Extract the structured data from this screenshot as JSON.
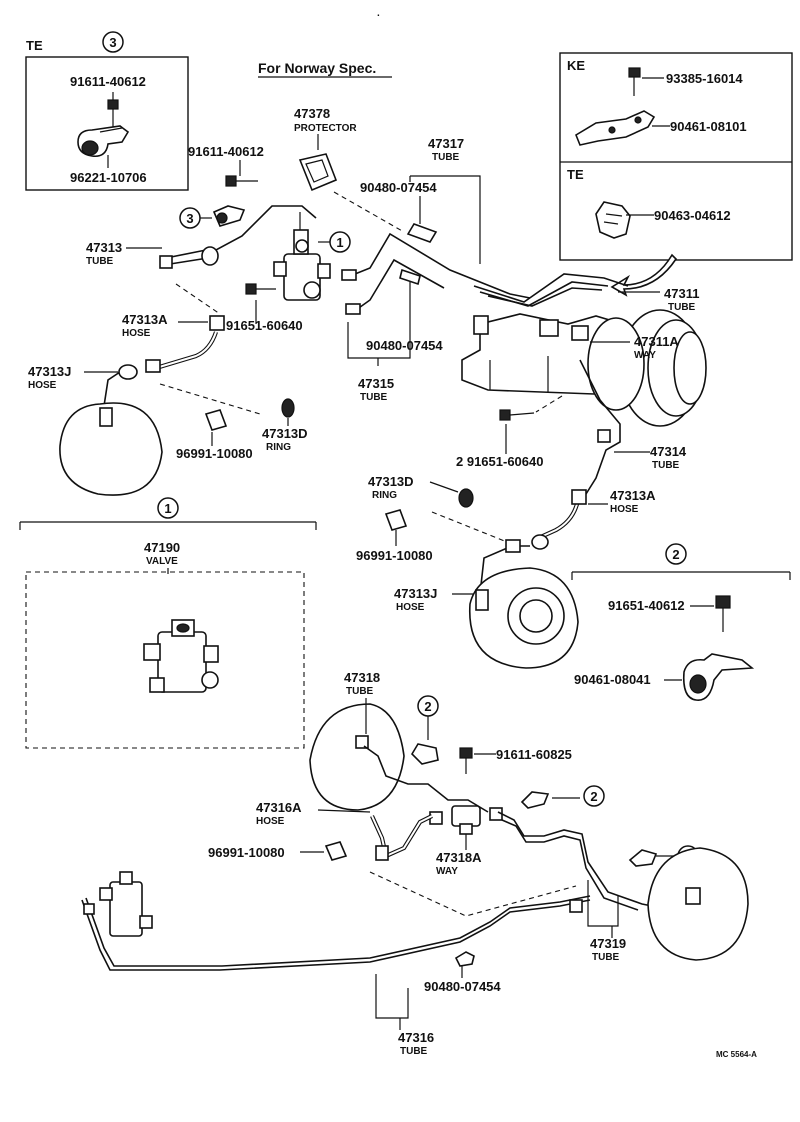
{
  "page_dot": ".",
  "header": {
    "norway_spec": "For Norway Spec."
  },
  "inset3": {
    "region": "TE",
    "marker": "3",
    "bolt": "91611-40612",
    "clamp": "96221-10706"
  },
  "inset_ke_te": {
    "ke_region": "KE",
    "ke_bolt": "93385-16014",
    "ke_bracket": "90461-08101",
    "te_region": "TE",
    "te_clip": "90463-04612"
  },
  "callouts": {
    "c1": {
      "num": "1"
    },
    "c2": {
      "num": "2"
    },
    "c3": {
      "num": "3"
    }
  },
  "top": {
    "p47378": {
      "num": "47378",
      "name": "PROTECTOR"
    },
    "p47317": {
      "num": "47317",
      "name": "TUBE"
    },
    "b91611_40612": "91611-40612",
    "c90480_a": "90480-07454",
    "p47313": {
      "num": "47313",
      "name": "TUBE"
    },
    "p47313A": {
      "num": "47313A",
      "name": "HOSE"
    },
    "b91651_60640": "91651-60640",
    "c90480_b": "90480-07454",
    "p47315": {
      "num": "47315",
      "name": "TUBE"
    },
    "p47313J": {
      "num": "47313J",
      "name": "HOSE"
    },
    "c96991": "96991-10080",
    "p47313D": {
      "num": "47313D",
      "name": "RING"
    },
    "p47311": {
      "num": "47311",
      "name": "TUBE"
    },
    "p47311A": {
      "num": "47311A",
      "name": "WAY"
    },
    "b2_91651": "2 91651-60640",
    "p47314": {
      "num": "47314",
      "name": "TUBE"
    }
  },
  "mid": {
    "p47313D": {
      "num": "47313D",
      "name": "RING"
    },
    "c96991": "96991-10080",
    "p47313A": {
      "num": "47313A",
      "name": "HOSE"
    },
    "p47313J": {
      "num": "47313J",
      "name": "HOSE"
    }
  },
  "sec1": {
    "marker": "1",
    "num": "47190",
    "name": "VALVE"
  },
  "sec2": {
    "marker": "2",
    "bolt": "91651-40612",
    "bracket": "90461-08041"
  },
  "bottom": {
    "p47318": {
      "num": "47318",
      "name": "TUBE"
    },
    "b91611_60825": "91611-60825",
    "p47316A": {
      "num": "47316A",
      "name": "HOSE"
    },
    "c96991": "96991-10080",
    "p47318A": {
      "num": "47318A",
      "name": "WAY"
    },
    "p47319": {
      "num": "47319",
      "name": "TUBE"
    },
    "c90480": "90480-07454",
    "p47316": {
      "num": "47316",
      "name": "TUBE"
    }
  },
  "figure_code": "MC 5564-A"
}
